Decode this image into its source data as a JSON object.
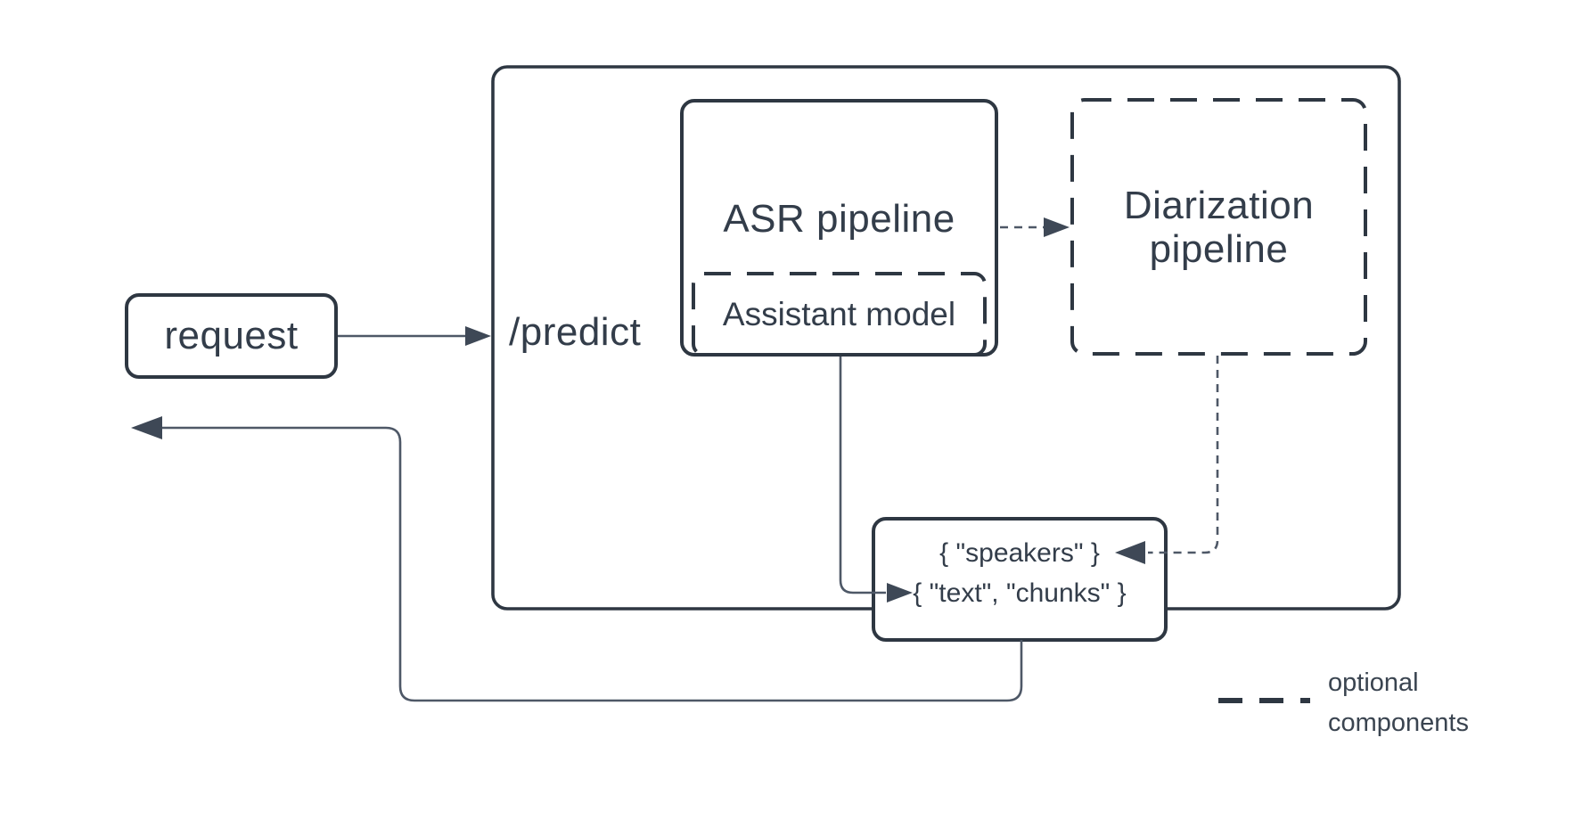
{
  "nodes": {
    "request": {
      "label": "request"
    },
    "predict": {
      "label": "/predict"
    },
    "asr_pipeline": {
      "label": "ASR pipeline"
    },
    "assistant_model": {
      "label": "Assistant model"
    },
    "diarization_pipeline": {
      "line1": "Diarization",
      "line2": "pipeline"
    },
    "output": {
      "line1": "{ \"speakers\" }",
      "line2": "{ \"text\", \"chunks\" }"
    }
  },
  "legend": {
    "line1": "optional",
    "line2": "components"
  },
  "edges": [
    {
      "from": "request",
      "to": "predict",
      "style": "solid"
    },
    {
      "from": "asr_pipeline",
      "to": "diarization_pipeline",
      "style": "dashed"
    },
    {
      "from": "assistant_model",
      "to": "output",
      "style": "solid"
    },
    {
      "from": "diarization_pipeline",
      "to": "output",
      "style": "dashed"
    },
    {
      "from": "output",
      "to": "response",
      "style": "solid"
    }
  ],
  "colors": {
    "background": "#ffffff",
    "box_border": "#2e3742",
    "text": "#333d4a",
    "connector_line": "#4e5867",
    "arrowhead": "#3e4856"
  }
}
